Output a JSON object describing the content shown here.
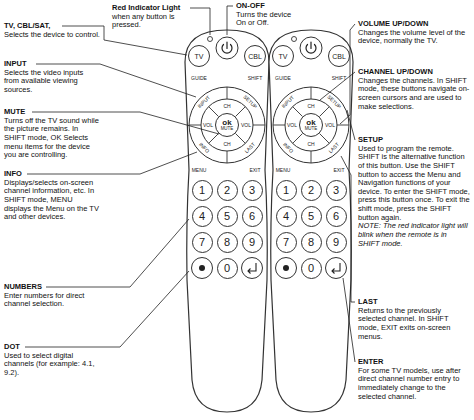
{
  "diagram": {
    "nodes": [
      {
        "text": [
          "TV"
        ]
      },
      {
        "text": [
          "CBL"
        ]
      },
      {
        "text": [
          "ok",
          "MUTE"
        ]
      },
      {
        "text": [
          "1"
        ]
      },
      {
        "text": [
          "2"
        ]
      },
      {
        "text": [
          "3"
        ]
      },
      {
        "text": [
          "4"
        ]
      },
      {
        "text": [
          "5"
        ]
      },
      {
        "text": [
          "6"
        ]
      },
      {
        "text": [
          "7"
        ]
      },
      {
        "text": [
          "8"
        ]
      },
      {
        "text": [
          "9"
        ]
      },
      {
        "text": [
          "0"
        ]
      },
      {
        "text": [
          "TV"
        ]
      },
      {
        "text": [
          "CBL"
        ]
      },
      {
        "text": [
          "ok",
          "MUTE"
        ]
      },
      {
        "text": [
          "1"
        ]
      },
      {
        "text": [
          "2"
        ]
      },
      {
        "text": [
          "3"
        ]
      },
      {
        "text": [
          "4"
        ]
      },
      {
        "text": [
          "5"
        ]
      },
      {
        "text": [
          "6"
        ]
      },
      {
        "text": [
          "7"
        ]
      },
      {
        "text": [
          "8"
        ]
      },
      {
        "text": [
          "9"
        ]
      },
      {
        "text": [
          "0"
        ]
      }
    ],
    "labels": [
      "Red Indicator Light",
      "when any button is pressed.",
      "ON-OFF",
      "Turns the device On or Off.",
      "TV, CBL/SAT,",
      "Selects the device to control.",
      "INPUT",
      "Selects the video inputs from available viewing sources.",
      "MUTE",
      "Turns off the TV sound while the picture remains. In SHIFT mode, OK Selects menu items for the device you are controlling.",
      "INFO",
      "Displays/selects on-screen channel information, etc. In SHIFT mode, MENU displays the Menu on the TV and other devices.",
      "NUMBERS",
      "Enter numbers for direct channel selection.",
      "DOT",
      "Used to select digital channels (for example: 4.1, 9.2).",
      "VOLUME UP/DOWN",
      "Changes the volume level of the device, normally the TV.",
      "CHANNEL UP/DOWN",
      "Changes the channels. In SHIFT mode, these buttons navigate on-screen cursors and are used to make selections.",
      "SETUP",
      "Used to program the remote. SHIFT is the alternative function of this button. Use the SHIFT button to access the Menu and Navigation functions of your device. To enter the SHIFT mode, press this button once. To exit the shift mode, press the SHIFT button again.",
      "NOTE: The red indicator light will blink when the remote is in SHIFT mode.",
      "LAST",
      "Returns to the previously selected channel. In SHIFT mode, EXIT exits on-screen menus.",
      "ENTER",
      "For some TV models, use after direct channel number entry to immediately change to the selected channel.",
      "GUIDE",
      "SHIFT",
      "INPUT",
      "SETUP",
      "CH",
      "VOL",
      "VOL",
      "CH",
      "INFO",
      "LAST",
      "MENU",
      "EXIT",
      "GUIDE",
      "SHIFT",
      "INPUT",
      "SETUP",
      "CH",
      "VOL",
      "VOL",
      "CH",
      "INFO",
      "LAST",
      "MENU",
      "EXIT"
    ]
  }
}
